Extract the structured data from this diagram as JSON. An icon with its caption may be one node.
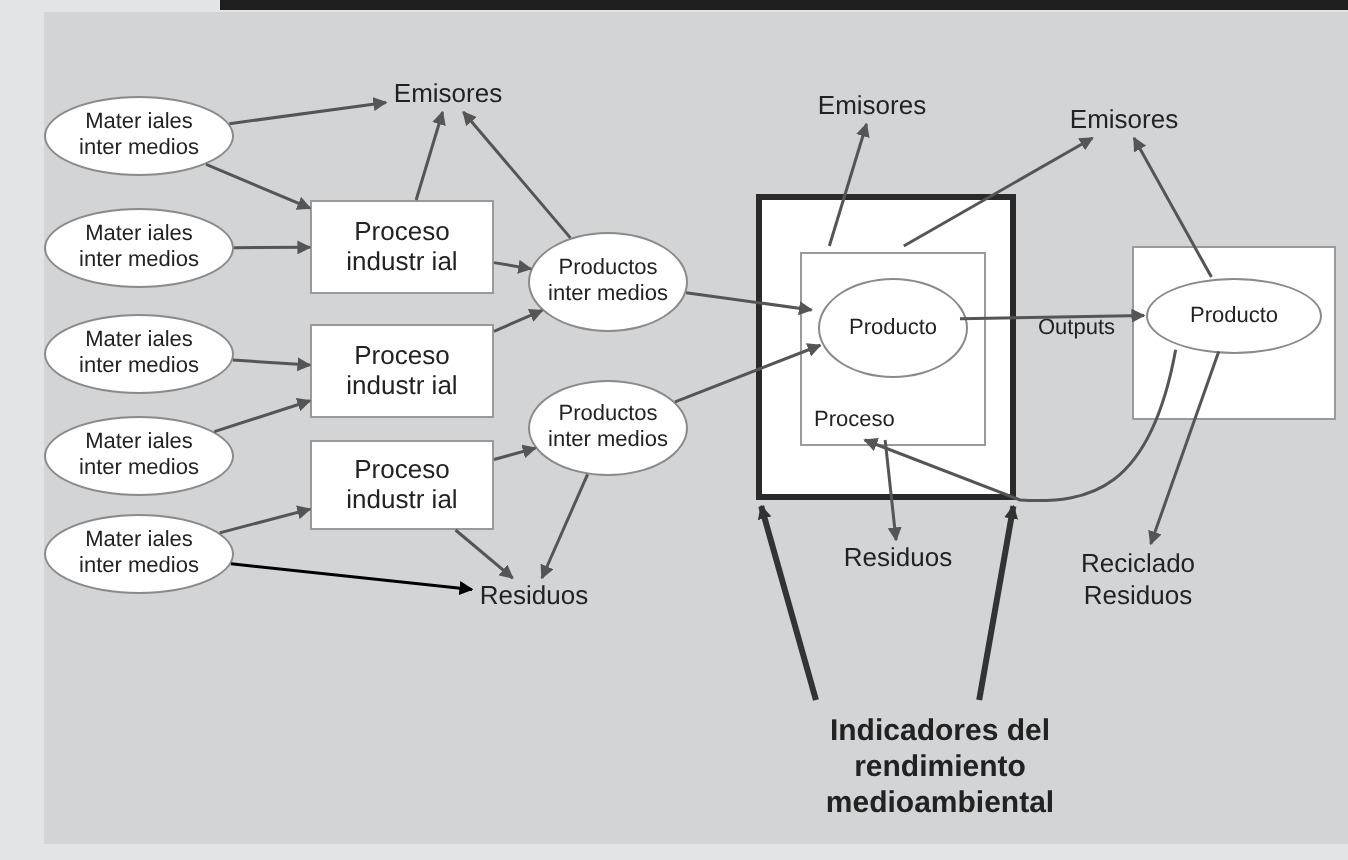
{
  "diagram": {
    "nodes": [
      {
        "text": [
          "Mater iales inter medios"
        ]
      },
      {
        "text": [
          "Mater iales inter medios"
        ]
      },
      {
        "text": [
          "Mater iales inter medios"
        ]
      },
      {
        "text": [
          "Mater iales inter medios"
        ]
      },
      {
        "text": [
          "Mater iales inter medios"
        ]
      },
      {
        "text": [
          "Proceso industr ial"
        ]
      },
      {
        "text": [
          "Proceso industr ial"
        ]
      },
      {
        "text": [
          "Proceso industr ial"
        ]
      },
      {
        "text": [
          "Productos inter medios"
        ]
      },
      {
        "text": [
          "Productos inter medios"
        ]
      },
      {
        "text": [
          "Emisores"
        ]
      },
      {
        "text": [
          "Residuos"
        ]
      },
      {
        "text": [],
        "shape": "box"
      },
      {
        "text": [
          "Proceso"
        ],
        "in": 12
      },
      {
        "text": [
          "Producto"
        ],
        "in": 13
      },
      {
        "text": [
          "Emisores"
        ]
      },
      {
        "text": [
          "Emisores"
        ]
      },
      {
        "text": [],
        "shape": "box"
      },
      {
        "text": [
          "Producto"
        ],
        "in": 17
      },
      {
        "text": [
          "Residuos"
        ]
      },
      {
        "text": [
          "Reciclado Residuos"
        ]
      },
      {
        "text": [
          "Indicadores del rendimiento medioambiental"
        ]
      }
    ],
    "edges": [
      {
        "from": 0,
        "to": 10,
        "arrow": "to"
      },
      {
        "from": 0,
        "to": 5,
        "arrow": "to"
      },
      {
        "from": 1,
        "to": 5,
        "arrow": "to"
      },
      {
        "from": 2,
        "to": 6,
        "arrow": "to"
      },
      {
        "from": 3,
        "to": 6,
        "arrow": "to"
      },
      {
        "from": 4,
        "to": 7,
        "arrow": "to"
      },
      {
        "from": 4,
        "to": 11,
        "arrow": "to",
        "color": "#000000"
      },
      {
        "from": 5,
        "to": 10,
        "arrow": "to"
      },
      {
        "from": 5,
        "to": 8,
        "arrow": "to"
      },
      {
        "from": 6,
        "to": 8,
        "arrow": "to"
      },
      {
        "from": 7,
        "to": 9,
        "arrow": "to"
      },
      {
        "from": 7,
        "to": 11,
        "arrow": "to"
      },
      {
        "from": 9,
        "to": 11,
        "arrow": "to"
      },
      {
        "from": 8,
        "to": 10,
        "arrow": "to"
      },
      {
        "from": 8,
        "to": 14,
        "arrow": "to"
      },
      {
        "from": 9,
        "to": 14,
        "arrow": "to"
      },
      {
        "from": 13,
        "to": 15,
        "arrow": "to"
      },
      {
        "from": 13,
        "to": 16,
        "arrow": "to"
      },
      {
        "from": 14,
        "to": 18,
        "arrow": "to",
        "label": "Outputs"
      },
      {
        "from": 18,
        "to": 16,
        "arrow": "to"
      },
      {
        "from": 13,
        "to": 19,
        "arrow": "to"
      },
      {
        "from": 18,
        "to": 13,
        "arrow": "to"
      },
      {
        "from": 18,
        "to": 20,
        "arrow": "to"
      },
      {
        "from": 21,
        "to": 12,
        "arrow": "to",
        "style": "thick"
      },
      {
        "from": 21,
        "to": 12,
        "arrow": "to",
        "style": "thick"
      }
    ]
  }
}
